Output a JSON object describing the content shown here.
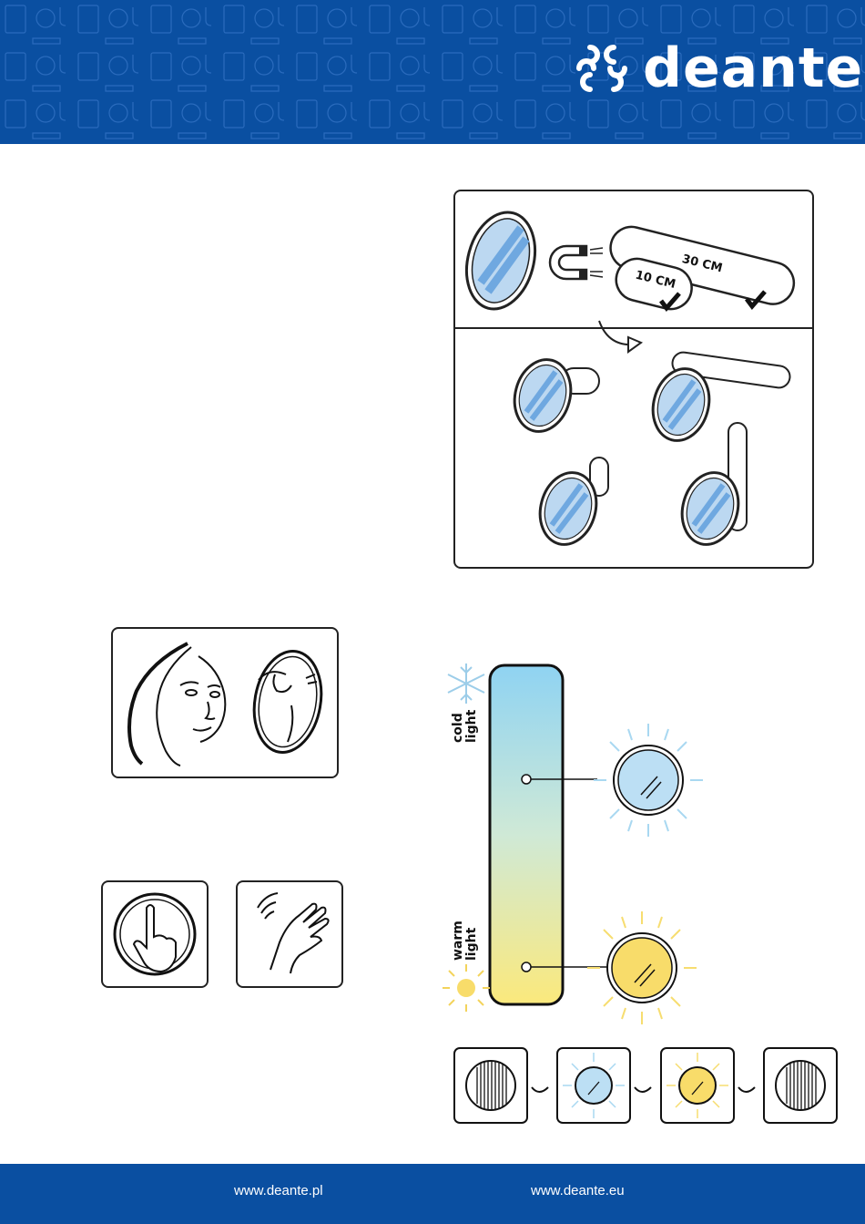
{
  "brand": {
    "name": "deante",
    "primary_color": "#0a4fa1"
  },
  "mount_panel": {
    "distance_long": "30 CM",
    "distance_short": "10 CM",
    "icons": [
      "magnet-icon",
      "checkmark-icon",
      "arrow-icon",
      "mirror-icon"
    ]
  },
  "light_panel": {
    "cold_label": "cold\nlight",
    "warm_label": "warm\nlight",
    "cold_color": "#8fd3f2",
    "warm_color": "#fbe97c"
  },
  "control_icons": [
    "touch-icon",
    "wave-gesture-icon"
  ],
  "sequence": [
    "off",
    "cold",
    "warm",
    "off"
  ],
  "footer": {
    "link_pl": "www.deante.pl",
    "link_eu": "www.deante.eu"
  }
}
